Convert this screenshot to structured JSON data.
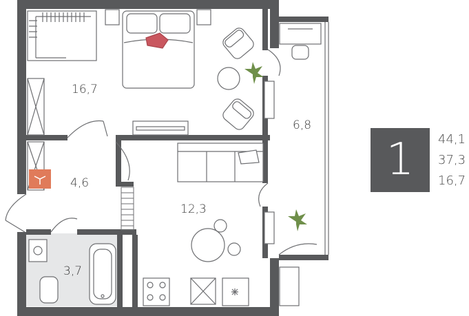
{
  "rooms": [
    {
      "id": "bedroom",
      "area": "16,7"
    },
    {
      "id": "balcony",
      "area": "6,8"
    },
    {
      "id": "hall",
      "area": "4,6"
    },
    {
      "id": "living",
      "area": "12,3"
    },
    {
      "id": "bathroom",
      "area": "3,7"
    }
  ],
  "badge": {
    "rooms_count": "1"
  },
  "areas": {
    "total": "44,1",
    "living": "37,3",
    "kitchen": "16,7"
  },
  "colors": {
    "wall": "#58595b",
    "accent": "#e07b5a",
    "plant": "#6f8f4a",
    "tile": "#e6e7e8",
    "furniture_stroke": "#6d6e71",
    "pillow": "#c9575f"
  }
}
